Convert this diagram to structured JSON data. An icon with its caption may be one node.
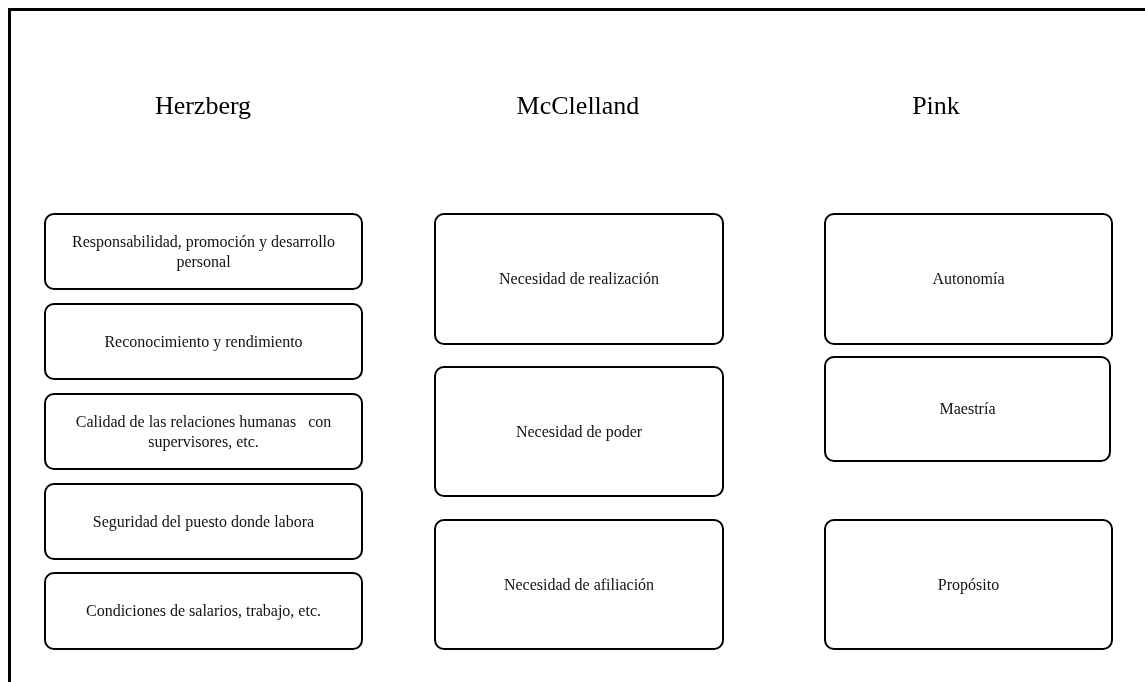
{
  "diagram": {
    "nodes": [
      {
        "text": [
          "Responsabilidad, promoción y desarrollo personal"
        ]
      },
      {
        "text": [
          "Reconocimiento y rendimiento"
        ]
      },
      {
        "text": [
          "Calidad de las relaciones humanas   con supervisores, etc."
        ]
      },
      {
        "text": [
          "Seguridad del puesto donde labora"
        ]
      },
      {
        "text": [
          "Condiciones de salarios, trabajo, etc."
        ]
      },
      {
        "text": [
          "Necesidad de realización"
        ]
      },
      {
        "text": [
          "Necesidad de poder"
        ]
      },
      {
        "text": [
          "Necesidad de afiliación"
        ]
      },
      {
        "text": [
          "Autonomía"
        ]
      },
      {
        "text": [
          "Maestría"
        ]
      },
      {
        "text": [
          "Propósito"
        ]
      }
    ],
    "labels": [
      "Herzberg",
      "McClelland",
      "Pink"
    ]
  }
}
